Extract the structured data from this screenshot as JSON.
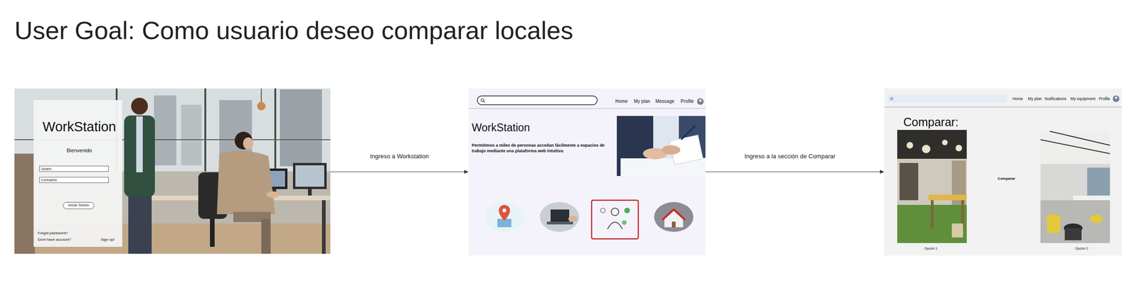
{
  "diagram": {
    "title": "User Goal: Como usuario deseo comparar locales",
    "nodes": [
      {
        "text": [
          "WorkStation",
          "Bienvenido",
          "Forgot password?",
          "Dont have account?",
          "Sign up!"
        ]
      },
      {
        "text": [
          "Usuario"
        ],
        "in": 0
      },
      {
        "text": [
          "Contraseña"
        ],
        "in": 0
      },
      {
        "text": [
          "Iniciar Sesión"
        ],
        "in": 0
      },
      {
        "text": [
          "Home",
          "My plan",
          "Message",
          "Profile",
          "WorkStation",
          "Permitimos a miles de personas accedan fácilmente a espacios de trabajo mediante una plataforma web intuitiva"
        ]
      },
      {
        "text": [
          "Home",
          "My plan",
          "Notifications",
          "My equipment",
          "Profile",
          "Comparar:",
          "Comparar",
          "Opción 1",
          "Opción 2"
        ]
      }
    ],
    "edges": [
      {
        "from": 0,
        "to": 4,
        "label": "Ingreso a Workstation",
        "arrow": "to"
      },
      {
        "from": 4,
        "to": 5,
        "label": "Ingreso a la sección de Comparar",
        "arrow": "to"
      }
    ]
  }
}
